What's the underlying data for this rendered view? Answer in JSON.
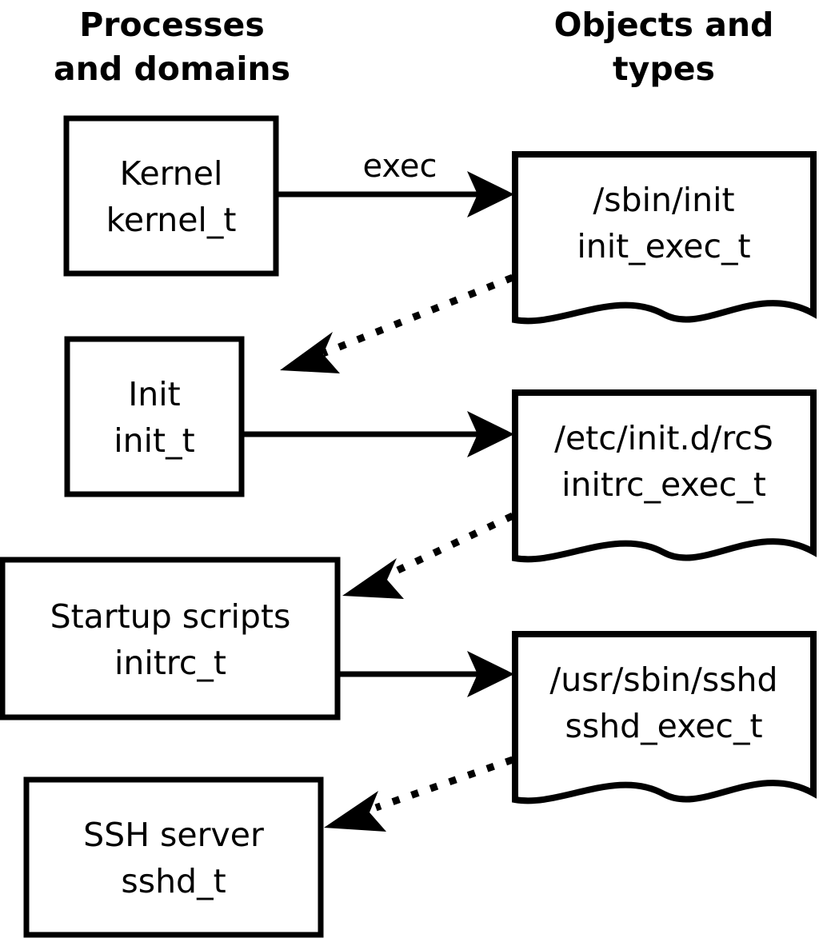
{
  "diagram": {
    "title_left": "Processes and domains",
    "title_right": "Objects and types",
    "headers": {
      "left": {
        "line1": "Processes",
        "line2": "and domains"
      },
      "right": {
        "line1": "Objects and",
        "line2": "types"
      }
    },
    "colors": {
      "stroke": "#000000",
      "fill": "#ffffff",
      "text": "#000000"
    },
    "process_nodes": [
      {
        "id": "kernel",
        "line1": "Kernel",
        "line2": "kernel_t"
      },
      {
        "id": "init",
        "line1": "Init",
        "line2": "init_t"
      },
      {
        "id": "initrc",
        "line1": "Startup scripts",
        "line2": "initrc_t"
      },
      {
        "id": "sshd",
        "line1": "SSH server",
        "line2": "sshd_t"
      }
    ],
    "object_nodes": [
      {
        "id": "init_exec",
        "line1": "/sbin/init",
        "line2": "init_exec_t"
      },
      {
        "id": "initrc_exec",
        "line1": "/etc/init.d/rcS",
        "line2": "initrc_exec_t"
      },
      {
        "id": "sshd_exec",
        "line1": "/usr/sbin/sshd",
        "line2": "sshd_exec_t"
      }
    ],
    "edges": [
      {
        "id": "kernel-exec-init_exec",
        "from": "kernel",
        "to": "init_exec",
        "label": "exec",
        "style": "solid"
      },
      {
        "id": "init_exec-transition-init",
        "from": "init_exec",
        "to": "init",
        "label": "",
        "style": "dotted"
      },
      {
        "id": "init-exec-initrc_exec",
        "from": "init",
        "to": "initrc_exec",
        "label": "",
        "style": "solid"
      },
      {
        "id": "initrc_exec-transition-initrc",
        "from": "initrc_exec",
        "to": "initrc",
        "label": "",
        "style": "dotted"
      },
      {
        "id": "initrc-exec-sshd_exec",
        "from": "initrc",
        "to": "sshd_exec",
        "label": "",
        "style": "solid"
      },
      {
        "id": "sshd_exec-transition-sshd",
        "from": "sshd_exec",
        "to": "sshd",
        "label": "",
        "style": "dotted"
      }
    ]
  }
}
